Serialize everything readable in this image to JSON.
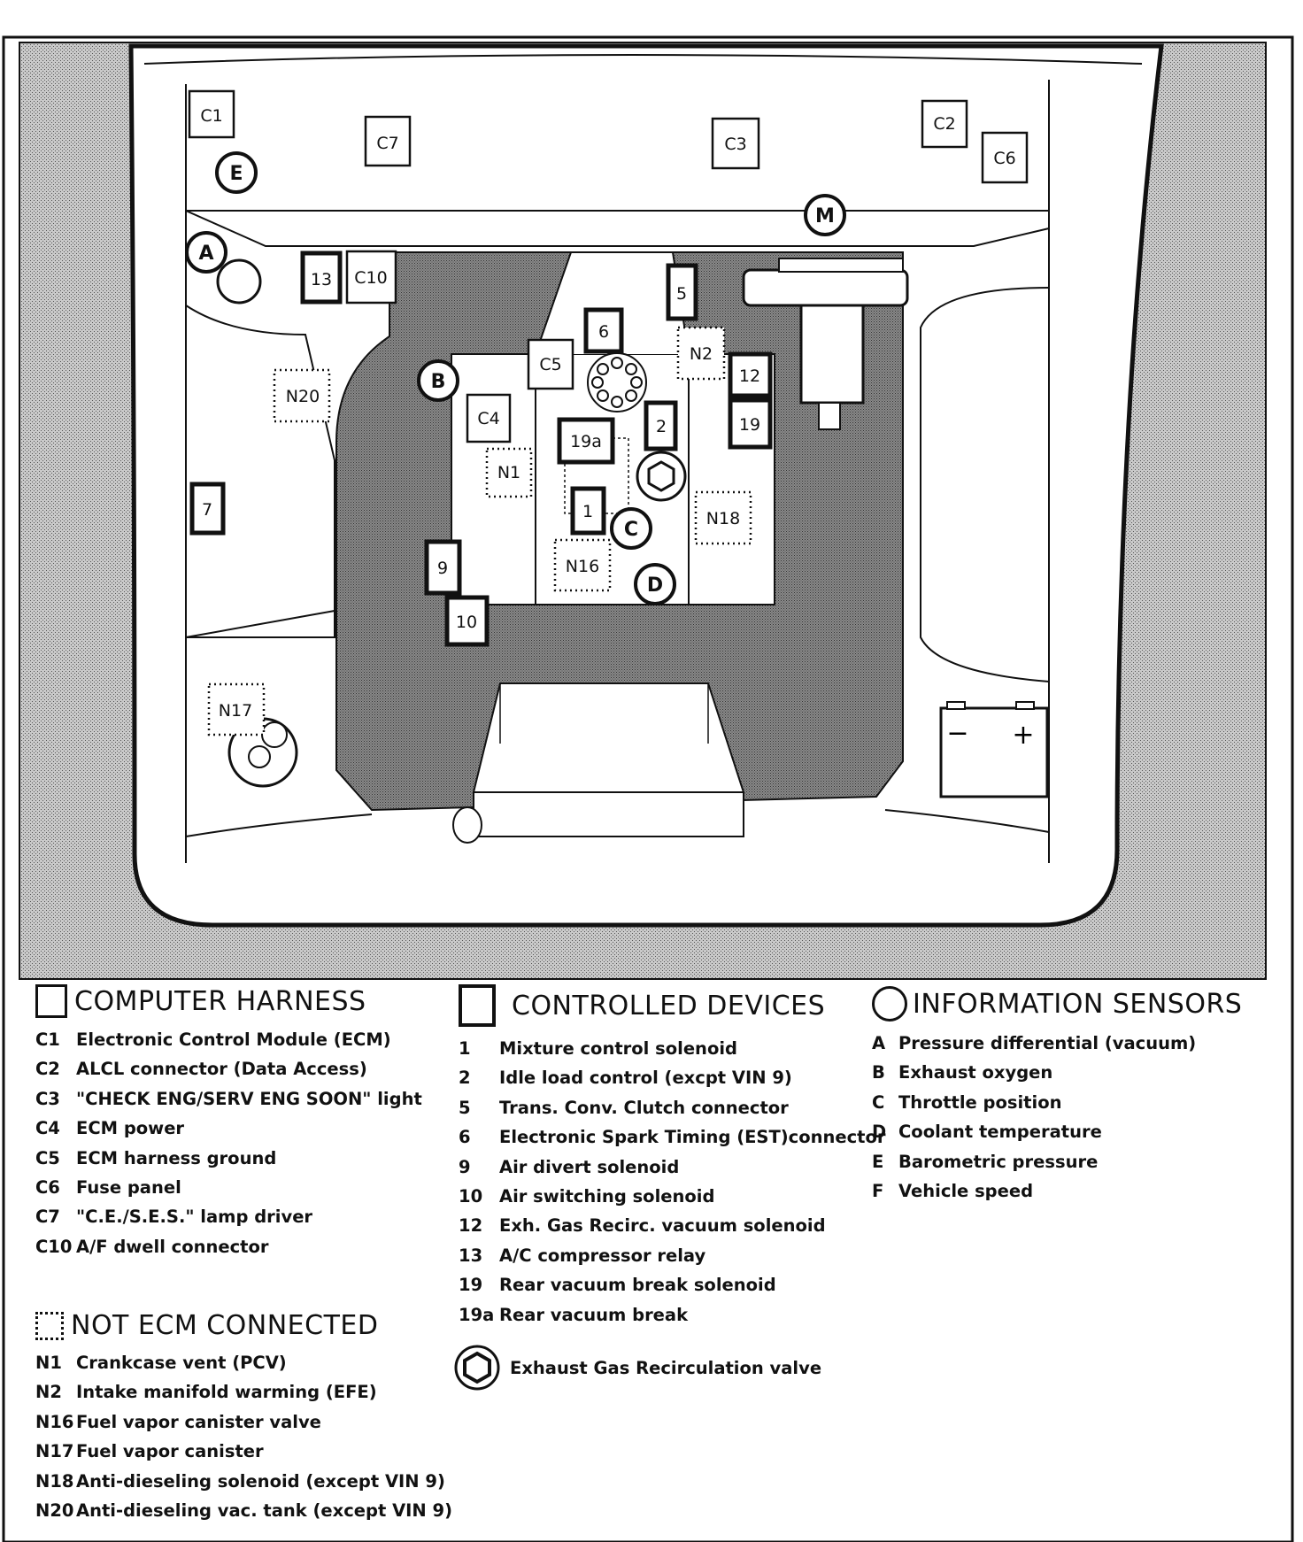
{
  "diagram": {
    "computer_harness_labels": [
      "C1",
      "C7",
      "C3",
      "C2",
      "C6",
      "C10",
      "C5",
      "C4"
    ],
    "controlled_device_labels": [
      "13",
      "5",
      "6",
      "12",
      "19",
      "19a",
      "2",
      "1",
      "7",
      "9",
      "10"
    ],
    "not_ecm_labels": [
      "N20",
      "N2",
      "N1",
      "N16",
      "N18",
      "N17"
    ],
    "sensor_labels": [
      "E",
      "M",
      "A",
      "B",
      "C",
      "D"
    ],
    "battery_minus": "−",
    "battery_plus": "+"
  },
  "legend": {
    "computer_harness": {
      "title": "COMPUTER HARNESS",
      "items": [
        {
          "code": "C1",
          "text": "Electronic Control Module (ECM)"
        },
        {
          "code": "C2",
          "text": "ALCL connector (Data Access)"
        },
        {
          "code": "C3",
          "text": "\"CHECK ENG/SERV ENG SOON\" light"
        },
        {
          "code": "C4",
          "text": "ECM power"
        },
        {
          "code": "C5",
          "text": "ECM harness ground"
        },
        {
          "code": "C6",
          "text": "Fuse panel"
        },
        {
          "code": "C7",
          "text": "\"C.E./S.E.S.\" lamp driver"
        },
        {
          "code": "C10",
          "text": "A/F dwell connector"
        }
      ]
    },
    "not_ecm_connected": {
      "title": "NOT ECM CONNECTED",
      "items": [
        {
          "code": "N1",
          "text": "Crankcase vent (PCV)"
        },
        {
          "code": "N2",
          "text": "Intake manifold warming (EFE)"
        },
        {
          "code": "N16",
          "text": "Fuel vapor canister valve"
        },
        {
          "code": "N17",
          "text": "Fuel vapor canister"
        },
        {
          "code": "N18",
          "text": "Anti-dieseling solenoid (except VIN 9)"
        },
        {
          "code": "N20",
          "text": "Anti-dieseling vac. tank (except VIN 9)"
        }
      ]
    },
    "controlled_devices": {
      "title": "CONTROLLED DEVICES",
      "items": [
        {
          "code": "1",
          "text": "Mixture control solenoid"
        },
        {
          "code": "2",
          "text": "Idle load control (excpt VIN 9)"
        },
        {
          "code": "5",
          "text": "Trans. Conv. Clutch connector"
        },
        {
          "code": "6",
          "text": "Electronic Spark Timing (EST)connector"
        },
        {
          "code": "9",
          "text": "Air divert solenoid"
        },
        {
          "code": "10",
          "text": "Air switching solenoid"
        },
        {
          "code": "12",
          "text": "Exh. Gas Recirc. vacuum solenoid"
        },
        {
          "code": "13",
          "text": "A/C compressor relay"
        },
        {
          "code": "19",
          "text": "Rear vacuum break solenoid"
        },
        {
          "code": "19a",
          "text": "Rear vacuum break"
        }
      ]
    },
    "egr": {
      "text": "Exhaust Gas Recirculation valve"
    },
    "information_sensors": {
      "title": "INFORMATION SENSORS",
      "items": [
        {
          "code": "A",
          "text": "Pressure differential (vacuum)"
        },
        {
          "code": "B",
          "text": "Exhaust oxygen"
        },
        {
          "code": "C",
          "text": "Throttle position"
        },
        {
          "code": "D",
          "text": "Coolant temperature"
        },
        {
          "code": "E",
          "text": "Barometric pressure"
        },
        {
          "code": "F",
          "text": "Vehicle speed"
        }
      ]
    }
  }
}
